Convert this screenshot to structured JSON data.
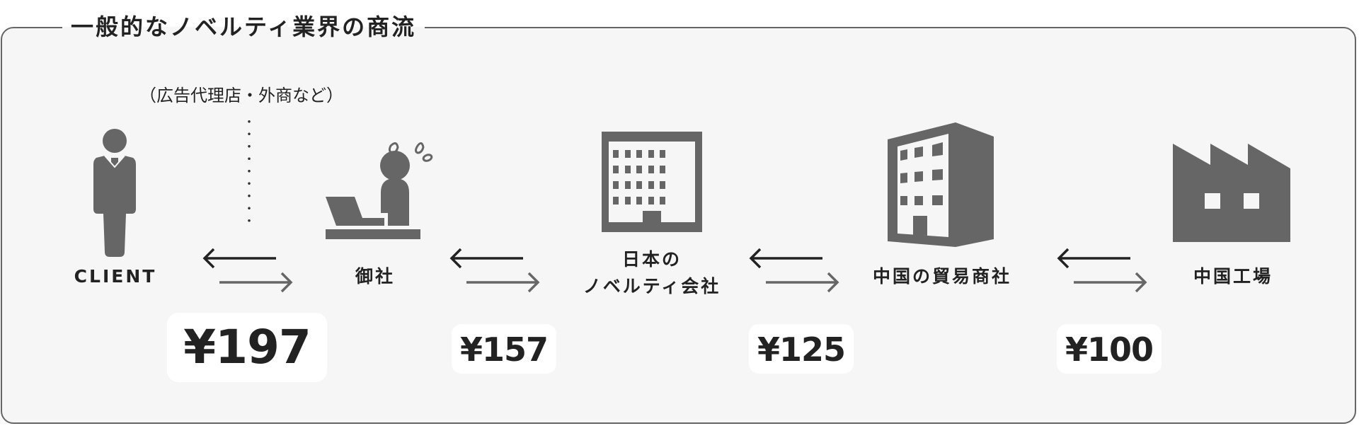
{
  "title": "一般的なノベルティ業界の商流",
  "note": "（広告代理店・外商など）",
  "colors": {
    "icon": "#666666",
    "text": "#222222",
    "panel_bg": "#f6f6f6",
    "border": "#666666",
    "arrow_left": "#222222",
    "arrow_right": "#666666"
  },
  "nodes": [
    {
      "id": "client",
      "label": "CLIENT",
      "icon": "businessman-icon"
    },
    {
      "id": "our-company",
      "label": "御社",
      "icon": "worker-at-laptop-icon"
    },
    {
      "id": "japan-novelty",
      "label_line1": "日本の",
      "label_line2": "ノベルティ会社",
      "icon": "office-building-icon"
    },
    {
      "id": "china-trading",
      "label": "中国の貿易商社",
      "icon": "tall-building-icon"
    },
    {
      "id": "china-factory",
      "label": "中国工場",
      "icon": "factory-icon"
    }
  ],
  "prices": [
    {
      "between": "client-our-company",
      "value": "¥197"
    },
    {
      "between": "our-company-japan-novelty",
      "value": "¥157"
    },
    {
      "between": "japan-novelty-china-trading",
      "value": "¥125"
    },
    {
      "between": "china-trading-china-factory",
      "value": "¥100"
    }
  ],
  "arrows": {
    "top": "left-arrow-icon",
    "bottom": "right-arrow-icon"
  }
}
